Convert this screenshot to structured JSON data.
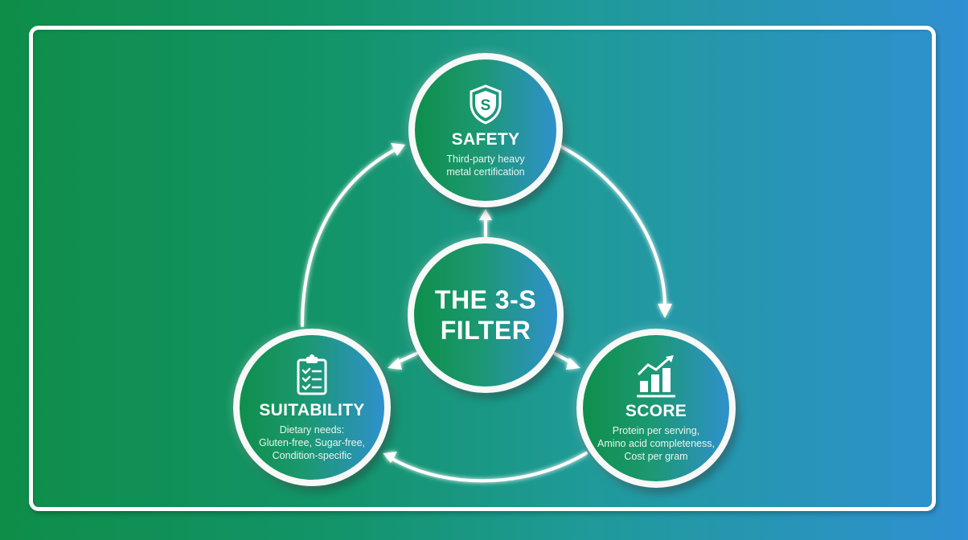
{
  "diagram": {
    "center": {
      "line1": "THE 3-S",
      "line2": "FILTER"
    },
    "nodes": [
      {
        "id": "safety",
        "title": "SAFETY",
        "icon": "shield-s-icon",
        "desc": [
          "Third-party heavy",
          "metal certification"
        ]
      },
      {
        "id": "suitability",
        "title": "SUITABILITY",
        "icon": "clipboard-checklist-icon",
        "desc": [
          "Dietary needs:",
          "Gluten-free, Sugar-free,",
          "Condition-specific"
        ]
      },
      {
        "id": "score",
        "title": "SCORE",
        "icon": "bar-chart-trend-icon",
        "desc": [
          "Protein per serving,",
          "Amino acid completeness,",
          "Cost per gram"
        ]
      }
    ],
    "flow": [
      "suitability -> safety",
      "safety -> score",
      "score -> suitability"
    ],
    "colors": {
      "gradient_start": "#0e8d48",
      "gradient_end": "#2f90d2",
      "stroke": "#ffffff"
    }
  }
}
